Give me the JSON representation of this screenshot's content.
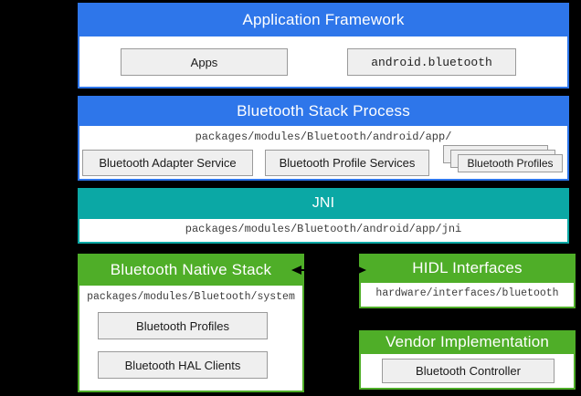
{
  "colors": {
    "background": "#000000",
    "framework_blue": "#2e76ea",
    "jni_teal": "#0ba8a5",
    "native_green": "#4fae28",
    "box_fill": "#efefef",
    "box_border": "#9a9a9a"
  },
  "sections": {
    "app_framework": {
      "title": "Application Framework",
      "boxes": {
        "apps": "Apps",
        "android_bluetooth": "android.bluetooth"
      }
    },
    "bt_stack_process": {
      "title": "Bluetooth Stack Process",
      "path": "packages/modules/Bluetooth/android/app/",
      "boxes": {
        "adapter_service": "Bluetooth Adapter Service",
        "profile_services": "Bluetooth Profile Services",
        "profiles_stack": "Bluetooth Profiles"
      }
    },
    "jni": {
      "title": "JNI",
      "path": "packages/modules/Bluetooth/android/app/jni"
    },
    "native_stack": {
      "title": "Bluetooth Native Stack",
      "path": "packages/modules/Bluetooth/system",
      "boxes": {
        "profiles": "Bluetooth Profiles",
        "hal_clients": "Bluetooth HAL Clients"
      }
    },
    "hidl": {
      "title": "HIDL Interfaces",
      "path": "hardware/interfaces/bluetooth"
    },
    "vendor": {
      "title": "Vendor Implementation",
      "boxes": {
        "controller": "Bluetooth Controller"
      }
    }
  }
}
